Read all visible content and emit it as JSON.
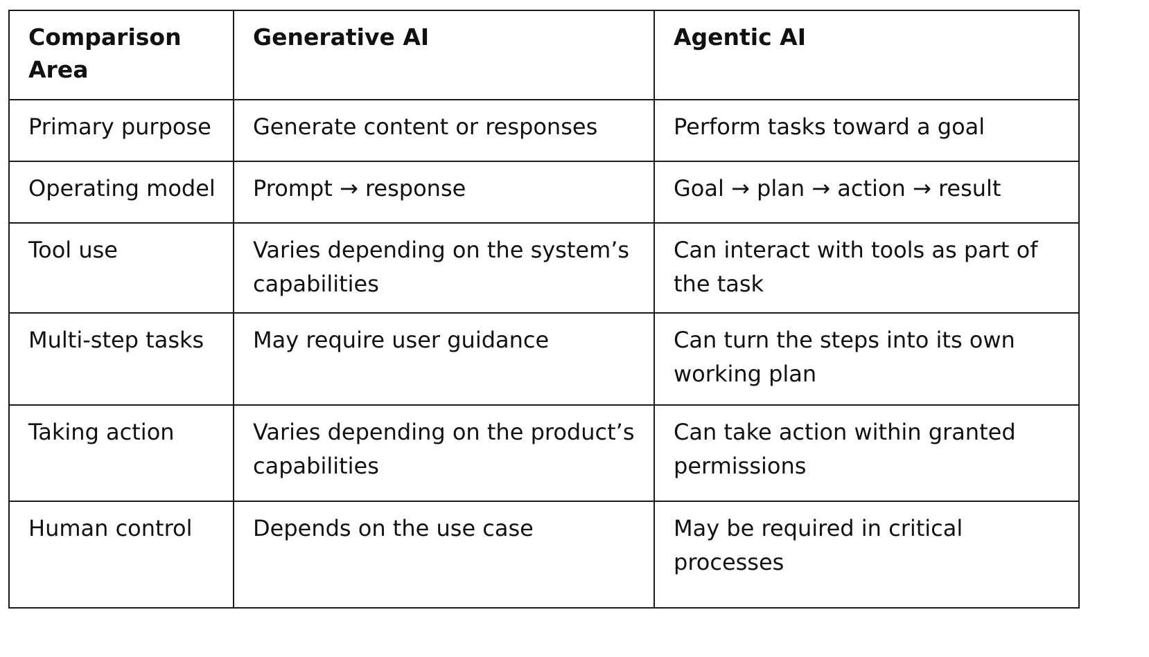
{
  "table": {
    "headers": [
      "Comparison Area",
      "Generative AI",
      "Agentic AI"
    ],
    "rows": [
      [
        "Primary purpose",
        "Generate content or responses",
        "Perform tasks toward a goal"
      ],
      [
        "Operating model",
        "Prompt → response",
        "Goal → plan → action → result"
      ],
      [
        "Tool use",
        "Varies depending on the system’s capabilities",
        "Can interact with tools as part of the task"
      ],
      [
        "Multi-step tasks",
        "May require user guidance",
        "Can turn the steps into its own working plan"
      ],
      [
        "Taking action",
        "Varies depending on the product’s capabilities",
        "Can take action within granted permissions"
      ],
      [
        "Human control",
        "Depends on the use case",
        "May be required in critical processes"
      ]
    ]
  }
}
